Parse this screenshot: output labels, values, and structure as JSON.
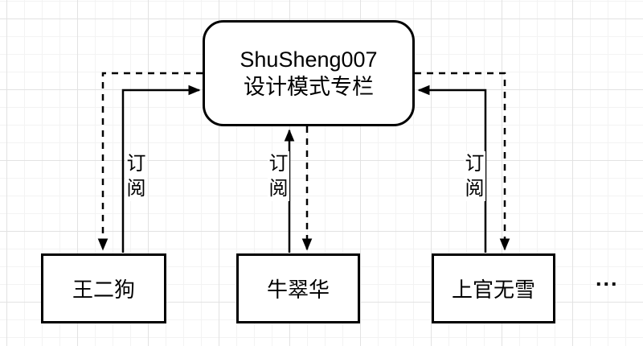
{
  "diagram": {
    "publisher": {
      "title_line1": "ShuSheng007",
      "title_line2": "设计模式专栏"
    },
    "subscribers": [
      {
        "name": "王二狗",
        "edge_label": "订阅"
      },
      {
        "name": "牛翠华",
        "edge_label": "订阅"
      },
      {
        "name": "上官无雪",
        "edge_label": "订阅"
      }
    ],
    "more_indicator": "...",
    "colors": {
      "stroke": "#000000",
      "node_fill": "#ffffff",
      "canvas_background": "#ffffff",
      "grid_minor": "#f3f3f3",
      "grid_major": "#e2e2e2"
    }
  }
}
